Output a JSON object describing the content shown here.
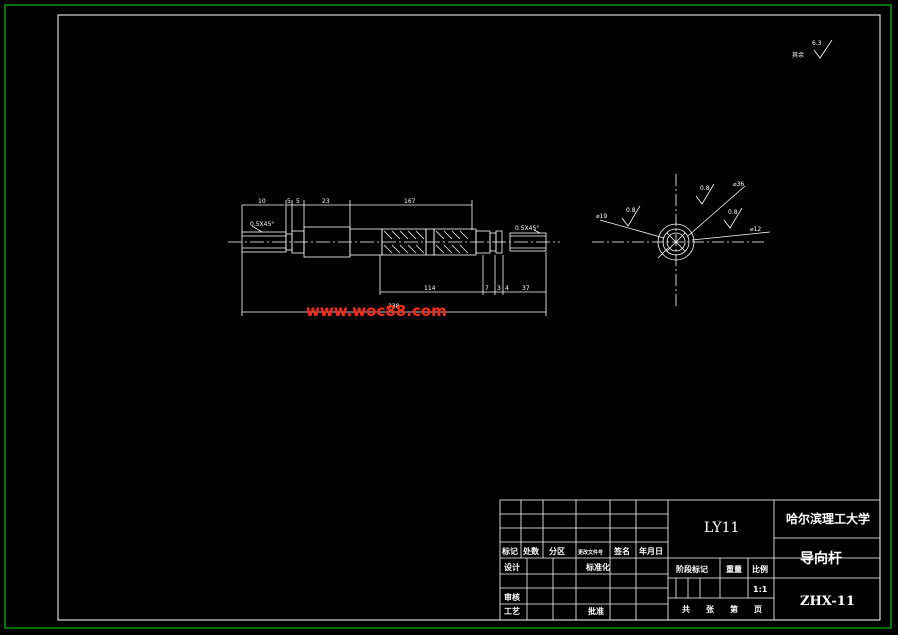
{
  "roughness_note": {
    "label": "其余",
    "value": "6.3"
  },
  "shaft_dims": {
    "d10": "10",
    "d5a": "5",
    "d5b": "5",
    "d23": "23",
    "d167": "167",
    "d114": "114",
    "d7": "7",
    "d3": "3",
    "d4": "4",
    "d37": "37",
    "d238": "238",
    "chamfer_left": "0.5X45°",
    "chamfer_right": "0.5X45°"
  },
  "end_view": {
    "rough_1": "0.8",
    "rough_2": "0.8",
    "rough_3": "0.8",
    "dia_1": "⌀36",
    "dia_2": "⌀19",
    "dia_3": "⌀12"
  },
  "watermark": "www.woc88.com",
  "title_block": {
    "material": "LY11",
    "school": "哈尔滨理工大学",
    "part_name": "导向杆",
    "drawing_no": "ZHX-11",
    "scale": "1:1",
    "headers": {
      "mark": "标记",
      "count": "处数",
      "zone": "分区",
      "change_doc": "更改文件号",
      "sign": "签名",
      "date": "年月日"
    },
    "design": "设计",
    "standardize": "标准化",
    "review": "审核",
    "process": "工艺",
    "approve": "批准",
    "stage_mark": "阶段标记",
    "weight": "重量",
    "scale_label": "比例",
    "sheets_total": "共",
    "sheets_unit": "张",
    "sheet_no": "第",
    "page_unit": "页"
  },
  "colors": {
    "border": "#00e000",
    "line": "#ffffff",
    "watermark": "#ff2a1a"
  }
}
